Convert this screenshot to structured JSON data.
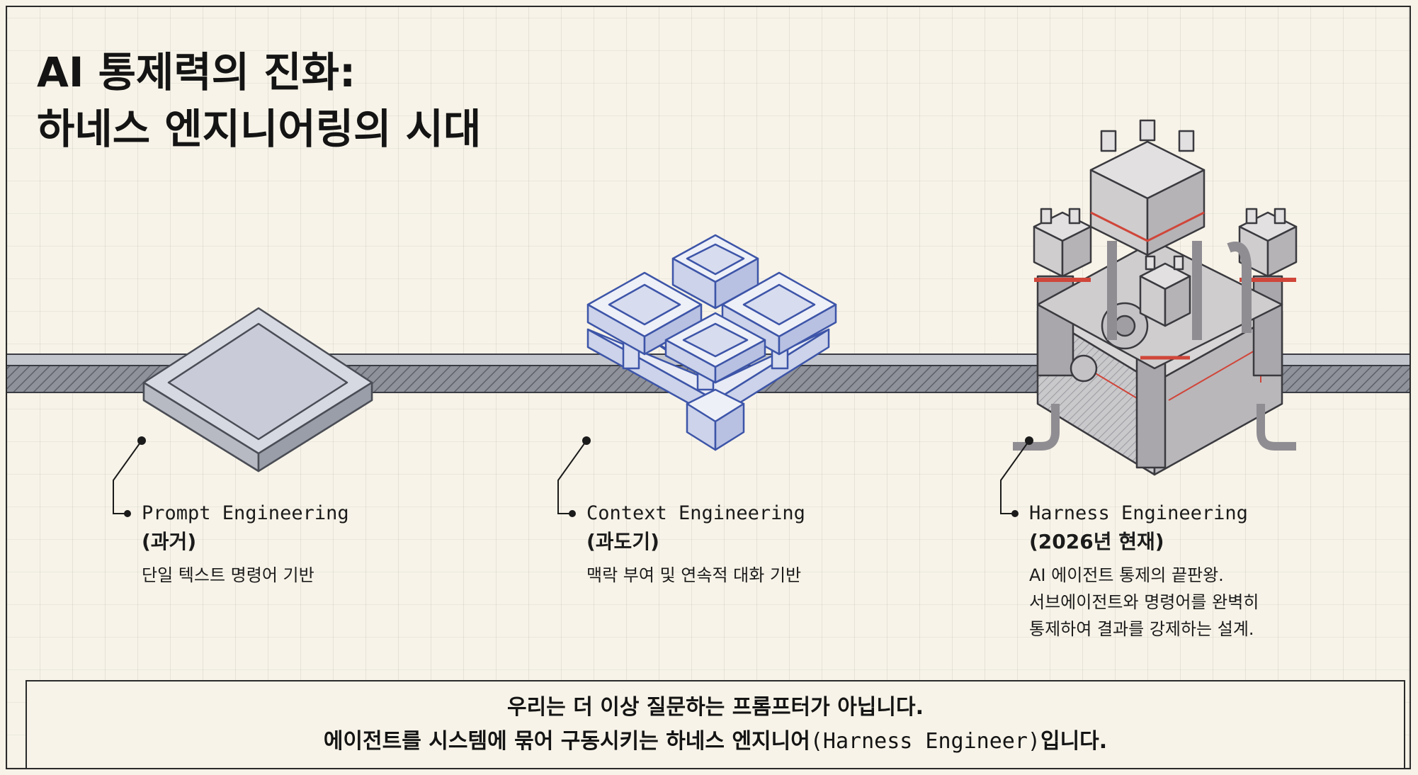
{
  "title": {
    "line1": "AI 통제력의 진화:",
    "line2": "하네스 엔지니어링의 시대"
  },
  "stages": [
    {
      "name": "Prompt Engineering",
      "era": "(과거)",
      "desc": [
        "단일 텍스트 명령어 기반"
      ]
    },
    {
      "name": "Context Engineering",
      "era": "(과도기)",
      "desc": [
        "맥락 부여 및 연속적 대화 기반"
      ]
    },
    {
      "name": "Harness Engineering",
      "era": "(2026년 현재)",
      "desc": [
        "AI 에이전트 통제의 끝판왕.",
        "서브에이전트와 명령어를 완벽히",
        "통제하여 결과를 강제하는 설계."
      ]
    }
  ],
  "summary": {
    "line1": "우리는 더 이상 질문하는 프롬프터가 아닙니다.",
    "line2_pre": "에이전트를 시스템에 묶어 구동시키는 하네스 엔지니어",
    "line2_mono": "(Harness Engineer)",
    "line2_post": "입니다."
  },
  "colors": {
    "background": "#f7f3e8",
    "rail": "#8c8f96",
    "context_blue": "#3d55a8",
    "harness_red": "#d0463a"
  },
  "icons": [
    "flat-slab-icon",
    "interlocking-blocks-icon",
    "fortress-machine-icon"
  ]
}
